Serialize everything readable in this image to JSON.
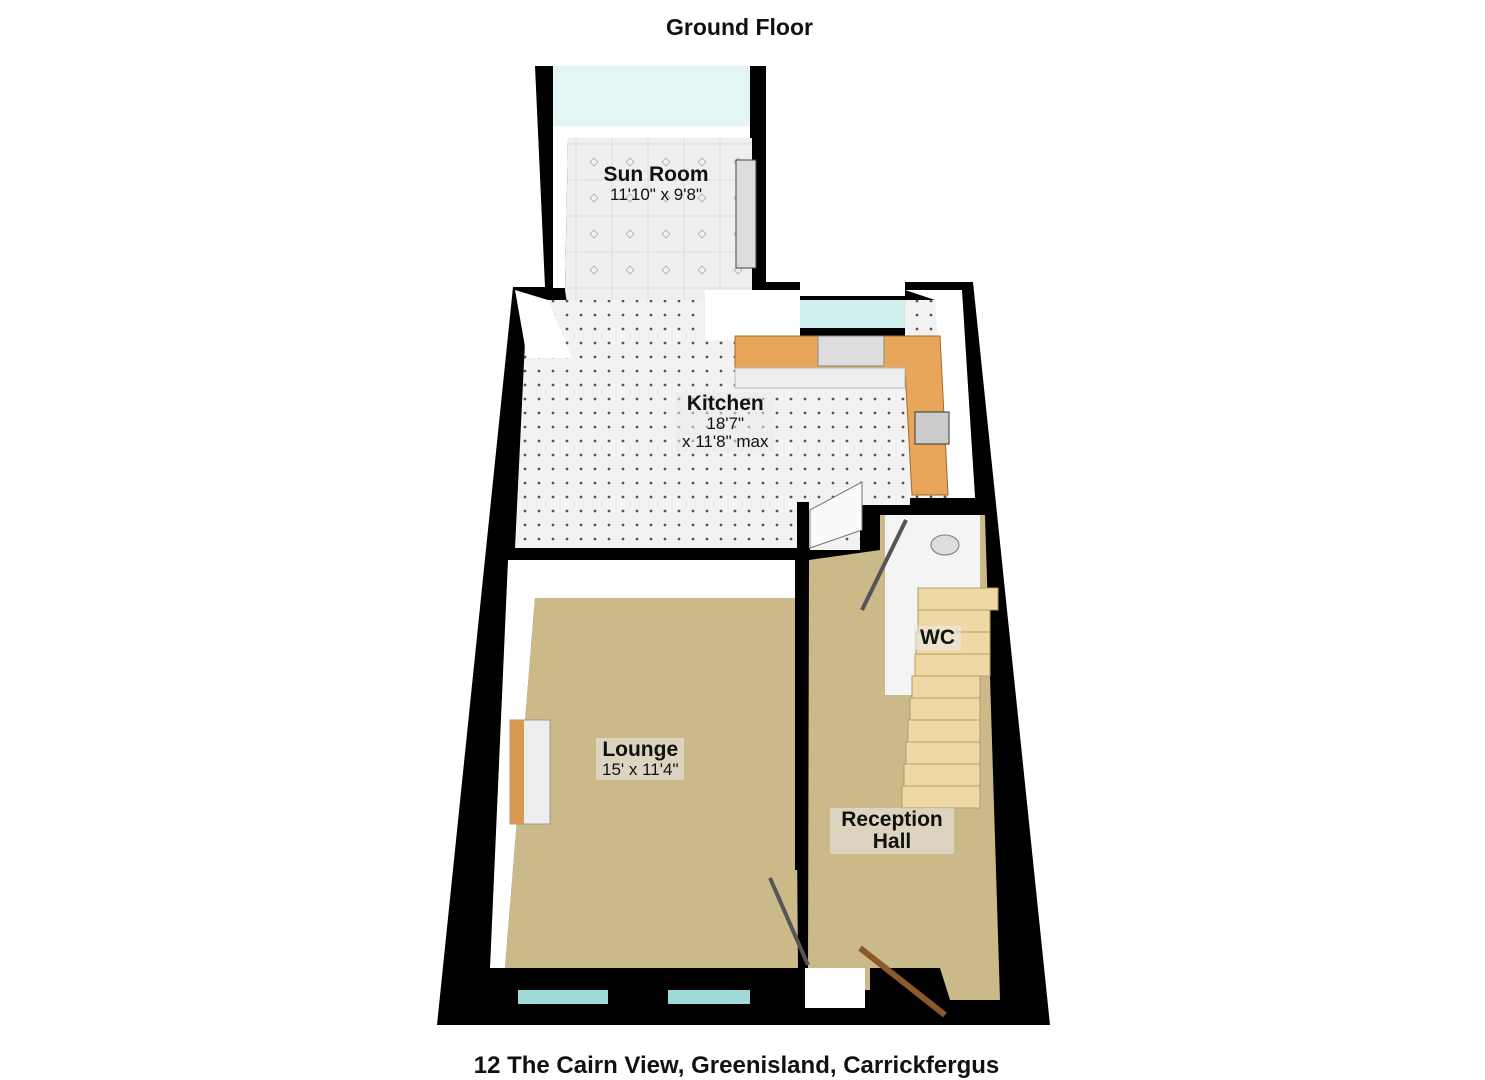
{
  "title": "Ground Floor",
  "address": "12 The Cairn View, Greenisland, Carrickfergus",
  "rooms": [
    {
      "name": "Sun Room",
      "dims": "11'10\" x 9'8\""
    },
    {
      "name": "Kitchen",
      "dims": "18'7\"",
      "dims2": "x 11'8\" max"
    },
    {
      "name": "Lounge",
      "dims": "15' x 11'4\""
    },
    {
      "name": "Reception Hall"
    },
    {
      "name": "WC"
    }
  ],
  "colors": {
    "wall": "#000000",
    "carpet": "#cbb98a",
    "tile": "#ececec",
    "worktop": "#e8a65a",
    "window": "#9fd9d9"
  }
}
